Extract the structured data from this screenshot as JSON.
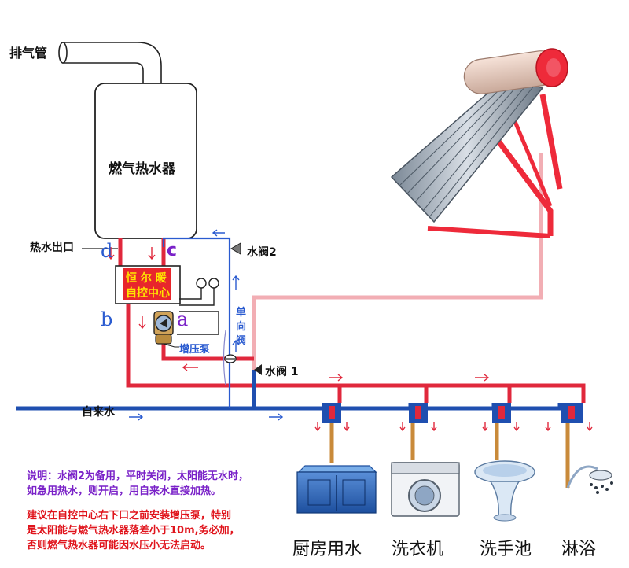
{
  "labels": {
    "exhaust_pipe": "排气管",
    "gas_heater": "燃气热水器",
    "hot_water_outlet": "热水出口",
    "tap_water": "自来水",
    "valve2": "水阀2",
    "valve1": "水阀 1",
    "one_way_valve": [
      "单",
      "向",
      "阀"
    ],
    "booster_pump": "增压泵",
    "control_center_line1": "恒 尔 暖",
    "control_center_line2": "自控中心",
    "port_a": "a",
    "port_b": "b",
    "port_c": "c",
    "port_d": "d"
  },
  "fixtures": [
    "厨房用水",
    "洗衣机",
    "洗手池",
    "淋浴"
  ],
  "notes": {
    "purple": [
      "说明：水阀2为备用，平时关闭，太阳能无水时，",
      "如急用热水，则开启，用自来水直接加热。"
    ],
    "red": [
      "建议在自控中心右下口之前安装增压泵，特别",
      "是太阳能与燃气热水器落差小于10m,务必加，",
      "否则燃气热水器可能因水压小无法启动。"
    ]
  },
  "colors": {
    "hot_pipe": "#e0283c",
    "cold_pipe": "#1f4fb0",
    "solar_pipe": "#f2aeb4",
    "note_purple": "#7a22c8",
    "note_red": "#e0141c"
  }
}
